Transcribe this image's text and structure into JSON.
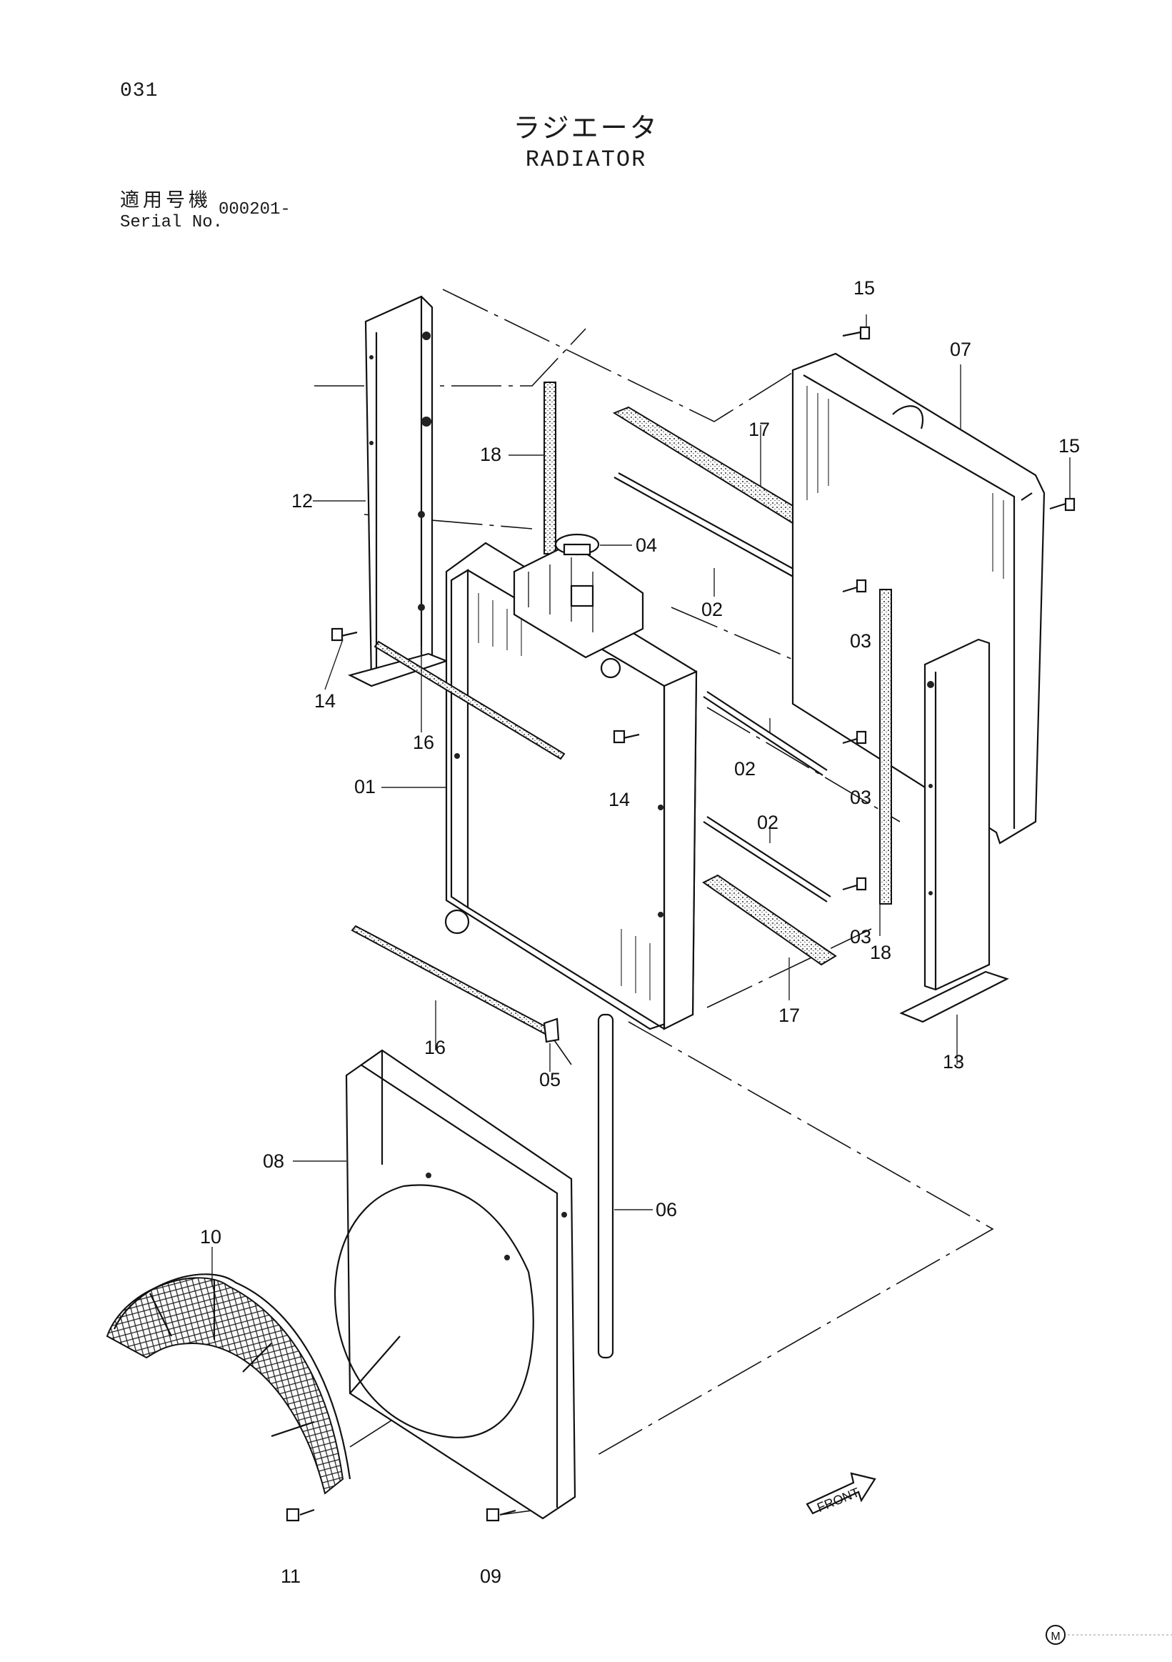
{
  "page": {
    "number": "031",
    "title_jp": "ラジエータ",
    "title_en": "RADIATOR",
    "serial_label_jp": "適用号機",
    "serial_label_en": "Serial No.",
    "serial_value": "000201-"
  },
  "callouts": {
    "c01": "01",
    "c02a": "02",
    "c02b": "02",
    "c02c": "02",
    "c03a": "03",
    "c03b": "03",
    "c03c": "03",
    "c04": "04",
    "c05": "05",
    "c06": "06",
    "c07": "07",
    "c08": "08",
    "c09": "09",
    "c10": "10",
    "c11": "11",
    "c12": "12",
    "c13": "13",
    "c14a": "14",
    "c14b": "14",
    "c15a": "15",
    "c15b": "15",
    "c16a": "16",
    "c16b": "16",
    "c17a": "17",
    "c17b": "17",
    "c18a": "18",
    "c18b": "18"
  },
  "front_arrow_label": "FRONT",
  "corner_mark": "M"
}
